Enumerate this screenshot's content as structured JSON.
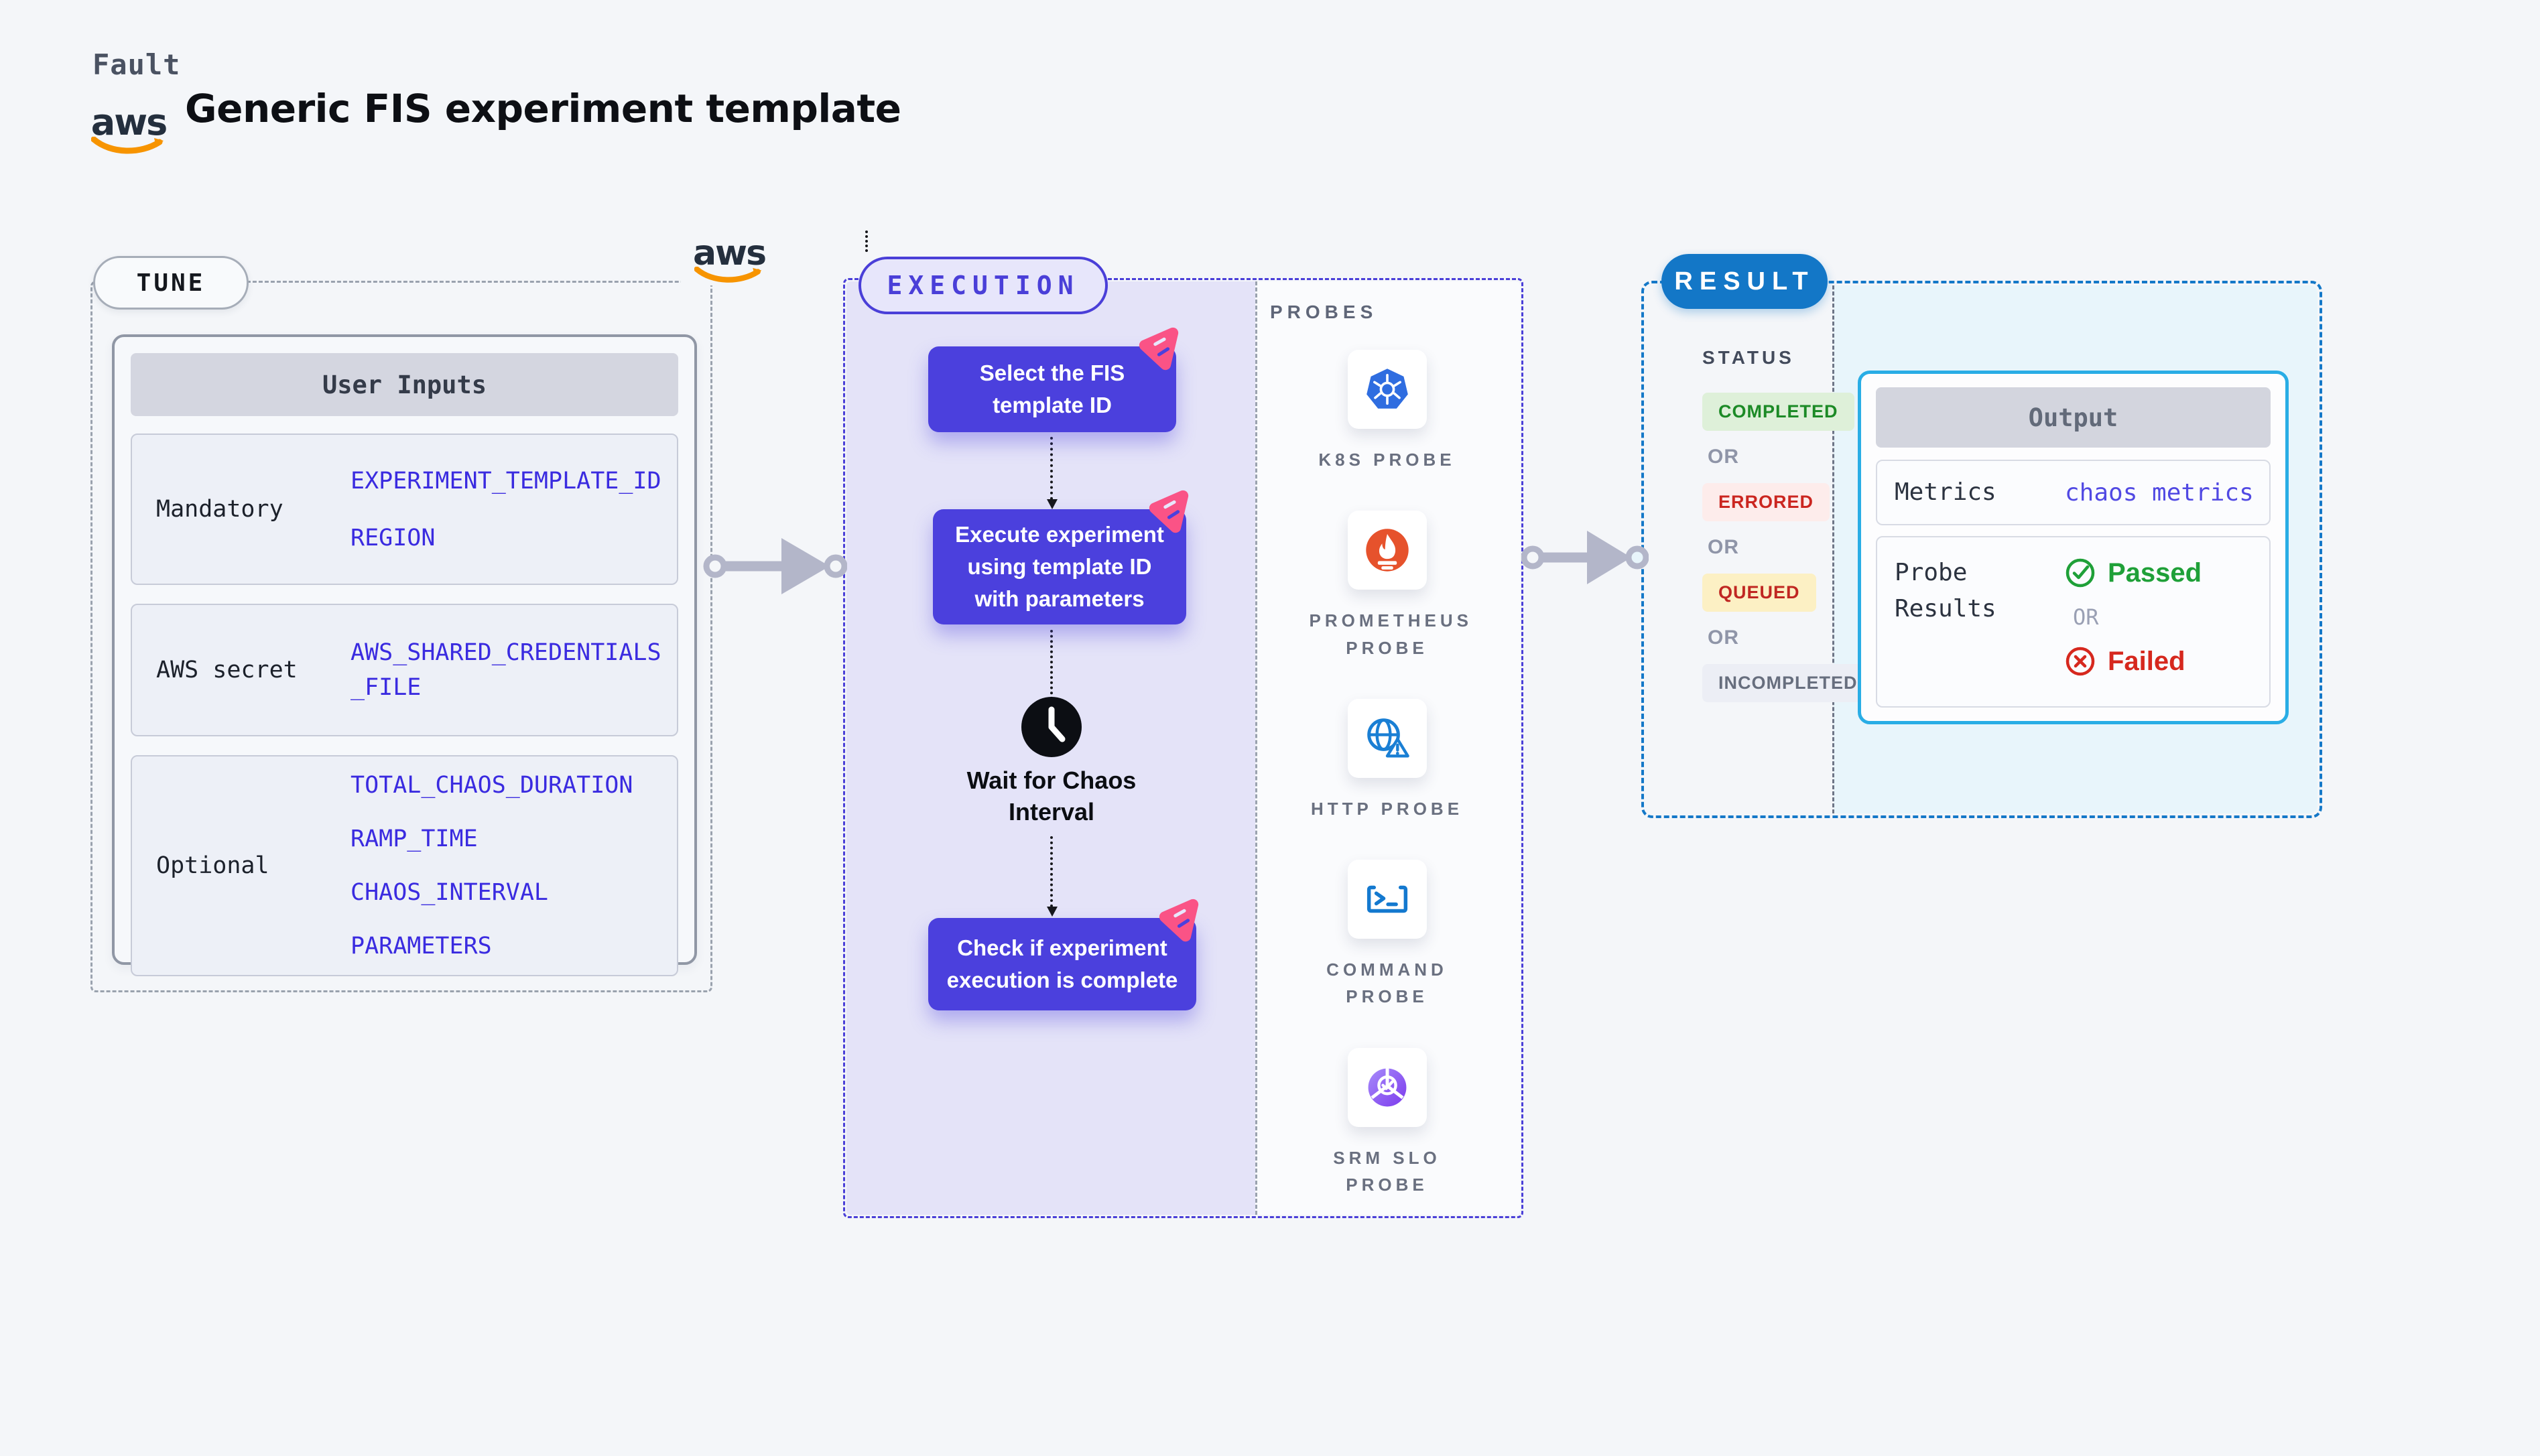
{
  "header": {
    "brand": "Fault",
    "title": "Generic FIS experiment template",
    "aws_logo_text": "aws"
  },
  "tune": {
    "badge": "TUNE",
    "aws_logo_text": "aws",
    "card": {
      "header": "User Inputs",
      "rows": [
        {
          "label": "Mandatory",
          "values": [
            "EXPERIMENT_TEMPLATE_ID",
            "REGION"
          ]
        },
        {
          "label": "AWS secret",
          "values": [
            "AWS_SHARED_CREDENTIALS_FILE"
          ]
        },
        {
          "label": "Optional",
          "values": [
            "TOTAL_CHAOS_DURATION",
            "RAMP_TIME",
            "CHAOS_INTERVAL",
            "PARAMETERS"
          ]
        }
      ]
    }
  },
  "execution": {
    "badge": "EXECUTION",
    "steps": [
      "Select the FIS template ID",
      "Execute experiment using template ID with parameters",
      "Check if experiment execution is complete"
    ],
    "wait_label": "Wait for Chaos Interval",
    "probes": {
      "title": "PROBES",
      "items": [
        {
          "label": "K8S PROBE",
          "icon": "kubernetes-icon"
        },
        {
          "label": "PROMETHEUS PROBE",
          "icon": "prometheus-icon"
        },
        {
          "label": "HTTP PROBE",
          "icon": "globe-warning-icon"
        },
        {
          "label": "COMMAND PROBE",
          "icon": "terminal-icon"
        },
        {
          "label": "SRM SLO PROBE",
          "icon": "slo-gauge-icon"
        }
      ]
    }
  },
  "result": {
    "badge": "RESULT",
    "status": {
      "title": "STATUS",
      "or": "OR",
      "items": [
        {
          "label": "COMPLETED",
          "color": "#1c8a26",
          "background": "#def0d9"
        },
        {
          "label": "ERRORED",
          "color": "#cb2620",
          "background": "#fdeceb"
        },
        {
          "label": "QUEUED",
          "color": "#c02722",
          "background": "#fcf0c4"
        },
        {
          "label": "INCOMPLETED",
          "color": "#676e7e",
          "background": "#eceef5"
        }
      ]
    },
    "output": {
      "header": "Output",
      "metrics_label": "Metrics",
      "metrics_value": "chaos metrics",
      "probe_results_label": "Probe Results",
      "passed": "Passed",
      "or": "OR",
      "failed": "Failed"
    }
  },
  "colors": {
    "indigo_accent": "#4a3fd8",
    "flow_box_purple": "#4b40dd",
    "lavender_panel": "#e4e3f8",
    "pink_marker": "#fa5386",
    "value_blue": "#3a2be0",
    "result_blue": "#1377c7",
    "output_border_cyan": "#29ade5",
    "cyan_panel": "#e8f5fb",
    "passed_green": "#1fa038",
    "failed_red": "#d6281e",
    "aws_orange": "#f79400"
  }
}
